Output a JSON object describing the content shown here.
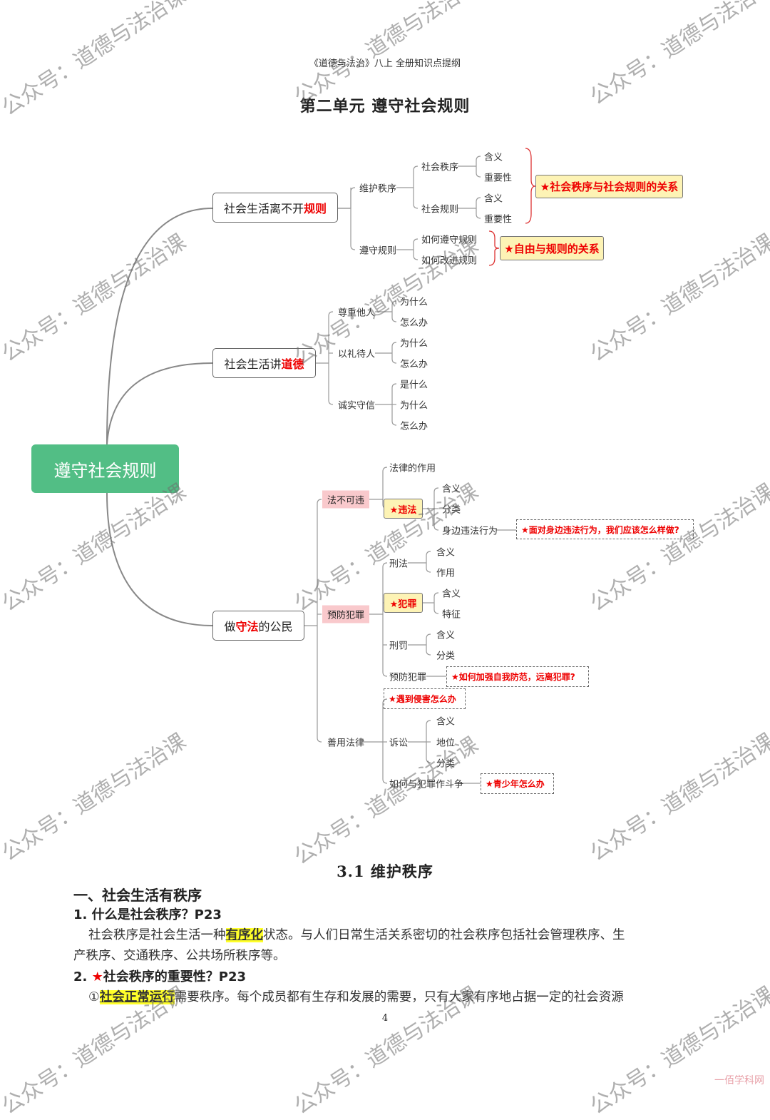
{
  "header": "《道德与法治》八上 全册知识点提纲",
  "title": "第二单元  遵守社会规则",
  "mindmap": {
    "root": "遵守社会规则",
    "b1": {
      "pre": "社会生活离不开",
      "key": "规则",
      "c1": "维护秩序",
      "c1a": "社会秩序",
      "c1b": "社会规则",
      "meaning": "含义",
      "importance": "重要性",
      "c2": "遵守规则",
      "c2a": "如何遵守规则",
      "c2b": "如何改进规则",
      "note1": "★社会秩序与社会规则的关系",
      "note2": "★自由与规则的关系"
    },
    "b2": {
      "pre": "社会生活讲",
      "key": "道德",
      "c1": "尊重他人",
      "c2": "以礼待人",
      "c3": "诚实守信",
      "why": "为什么",
      "how": "怎么办",
      "what": "是什么"
    },
    "b3": {
      "pre": "做",
      "key": "守法",
      "post": "的公民",
      "c1": "法不可违",
      "c1a": "法律的作用",
      "c1b": "★违法",
      "c1b1": "含义",
      "c1b2": "分类",
      "c1c": "身边违法行为",
      "note1": "★面对身边违法行为，我们应该怎么样做?",
      "c2": "预防犯罪",
      "c2a": "刑法",
      "c2a1": "含义",
      "c2a2": "作用",
      "c2b": "★犯罪",
      "c2b1": "含义",
      "c2b2": "特征",
      "c2c": "刑罚",
      "c2c1": "含义",
      "c2c2": "分类",
      "c2d": "预防犯罪",
      "note2": "★如何加强自我防范，远离犯罪?",
      "c3": "善用法律",
      "note3": "★遇到侵害怎么办",
      "c3a": "诉讼",
      "c3a1": "含义",
      "c3a2": "地位",
      "c3a3": "分类",
      "c3b": "如何与犯罪作斗争",
      "note4": "★青少年怎么办"
    }
  },
  "section": {
    "title": "3.1 维护秩序",
    "h1": "一、社会生活有秩序",
    "q1": "1. 什么是社会秩序？P23",
    "p1a": "社会秩序是社会生活一种",
    "p1hl": "有序化",
    "p1b": "状态。与人们日常生活关系密切的社会秩序包括社会管理秩序、生",
    "p1c": "产秩序、交通秩序、公共场所秩序等。",
    "q2num": "2. ",
    "q2star": "★",
    "q2": "社会秩序的重要性？P23",
    "p2a": "①",
    "p2hl": "社会正常运行",
    "p2b": "需要秩序。每个成员都有生存和发展的需要，只有大家有序地占据一定的社会资源"
  },
  "page_number": "4",
  "watermark": "公众号：道德与法治课",
  "corner_mark": "一佰学科网",
  "colors": {
    "root": "#52be85",
    "accent": "#e00000",
    "highlight": "#ffff2a",
    "note_fill": "#fdf3b5",
    "pink": "#f9c9cc"
  }
}
